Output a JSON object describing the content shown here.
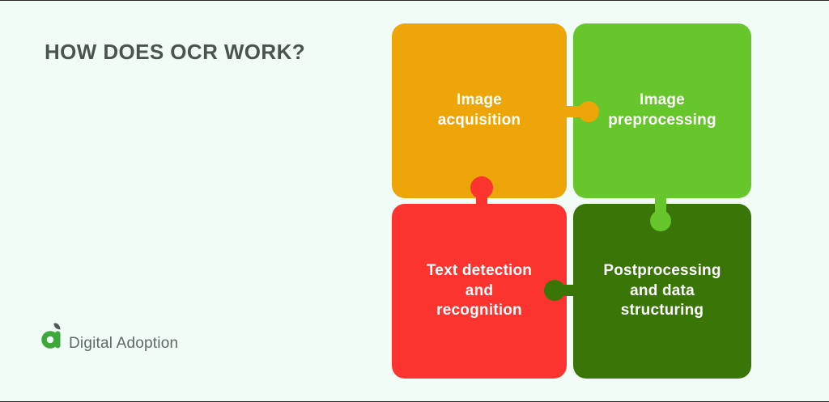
{
  "page": {
    "title": "HOW DOES OCR WORK?",
    "background_color": "#F0FCF5",
    "frame_border_color": "#2A2A2A",
    "title_color": "#4D5450"
  },
  "puzzle": {
    "label_text_color": "#FFFFFF",
    "pieces": [
      {
        "id": "image-acquisition",
        "label": "Image\nacquisition",
        "color": "#EDA50A",
        "position": "top-left"
      },
      {
        "id": "image-preprocessing",
        "label": "Image\npreprocessing",
        "color": "#66C62B",
        "position": "top-right"
      },
      {
        "id": "text-detection-and-recognition",
        "label": "Text detection\nand\nrecognition",
        "color": "#FB342F",
        "position": "bottom-left"
      },
      {
        "id": "postprocessing-data-structuring",
        "label": "Postprocessing\nand data\nstructuring",
        "color": "#3A7508",
        "position": "bottom-right"
      }
    ]
  },
  "footer": {
    "logo_text": "Digital Adoption",
    "logo_icon": "digital-adoption-leaf-mark",
    "logo_green_color": "#3EA83B",
    "logo_leaf_color": "#55585A",
    "logo_text_color": "#63686A"
  }
}
